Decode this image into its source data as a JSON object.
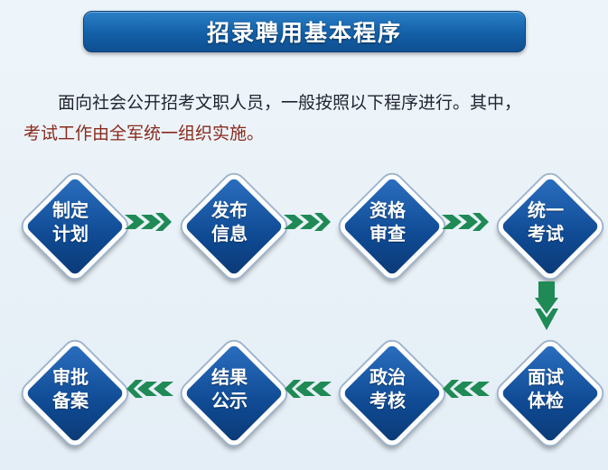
{
  "title": "招录聘用基本程序",
  "intro": {
    "line1": "面向社会公开招考文职人员，一般按照以下程序进行。其中，",
    "line2": "考试工作由全军统一组织实施。"
  },
  "steps": [
    {
      "line1": "制定",
      "line2": "计划"
    },
    {
      "line1": "发布",
      "line2": "信息"
    },
    {
      "line1": "资格",
      "line2": "审查"
    },
    {
      "line1": "统一",
      "line2": "考试"
    },
    {
      "line1": "面试",
      "line2": "体检"
    },
    {
      "line1": "政治",
      "line2": "考核"
    },
    {
      "line1": "结果",
      "line2": "公示"
    },
    {
      "line1": "审批",
      "line2": "备案"
    }
  ],
  "colors": {
    "banner": "#1360a8",
    "diamond": "#0f4a93",
    "arrow": "#1f8a55",
    "highlight_text": "#8a2a1c"
  }
}
